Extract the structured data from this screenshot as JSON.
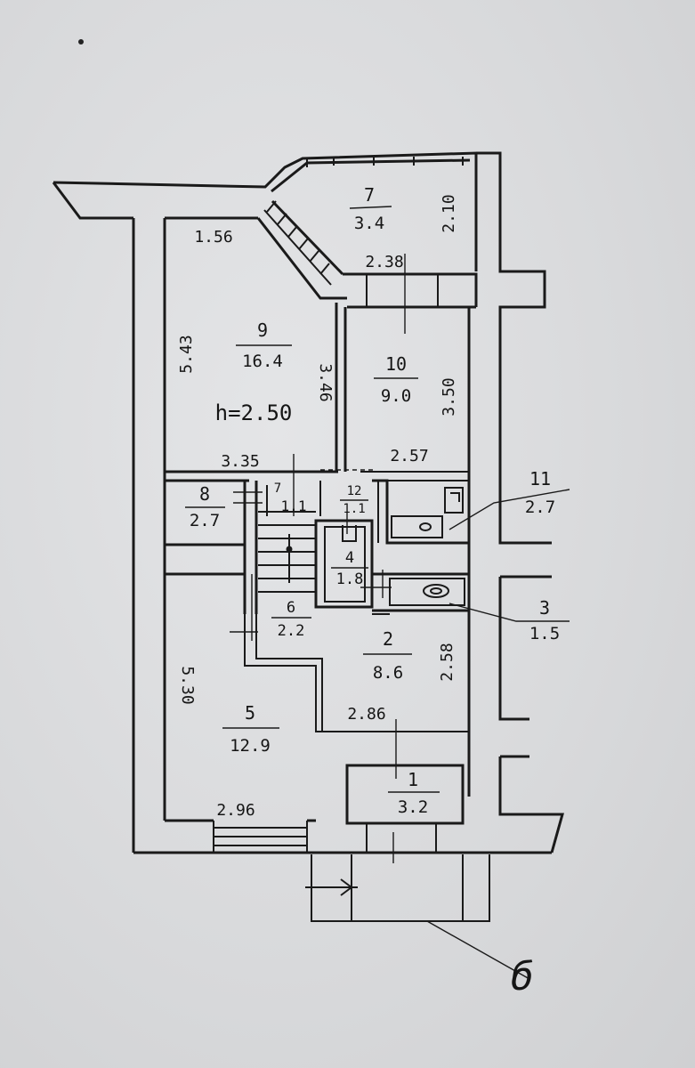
{
  "rooms": [
    {
      "id": "r7",
      "number": "7",
      "area": "3.4"
    },
    {
      "id": "r9",
      "number": "9",
      "area": "16.4"
    },
    {
      "id": "r10",
      "number": "10",
      "area": "9.0"
    },
    {
      "id": "r8",
      "number": "8",
      "area": "2.7"
    },
    {
      "id": "r7s",
      "number": "7",
      "area": "1.1"
    },
    {
      "id": "r12",
      "number": "12",
      "area": "1.1"
    },
    {
      "id": "r11",
      "number": "11",
      "area": "2.7"
    },
    {
      "id": "r4",
      "number": "4",
      "area": "1.8"
    },
    {
      "id": "r3",
      "number": "3",
      "area": "1.5"
    },
    {
      "id": "r6",
      "number": "6",
      "area": "2.2"
    },
    {
      "id": "r2",
      "number": "2",
      "area": "8.6"
    },
    {
      "id": "r5",
      "number": "5",
      "area": "12.9"
    },
    {
      "id": "r1",
      "number": "1",
      "area": "3.2"
    }
  ],
  "dimensions": [
    "1.56",
    "5.43",
    "3.46",
    "h=2.50",
    "2.10",
    "2.38",
    "3.50",
    "3.35",
    "2.57",
    "5.30",
    "2.58",
    "2.86",
    "2.96"
  ],
  "marker": "б"
}
